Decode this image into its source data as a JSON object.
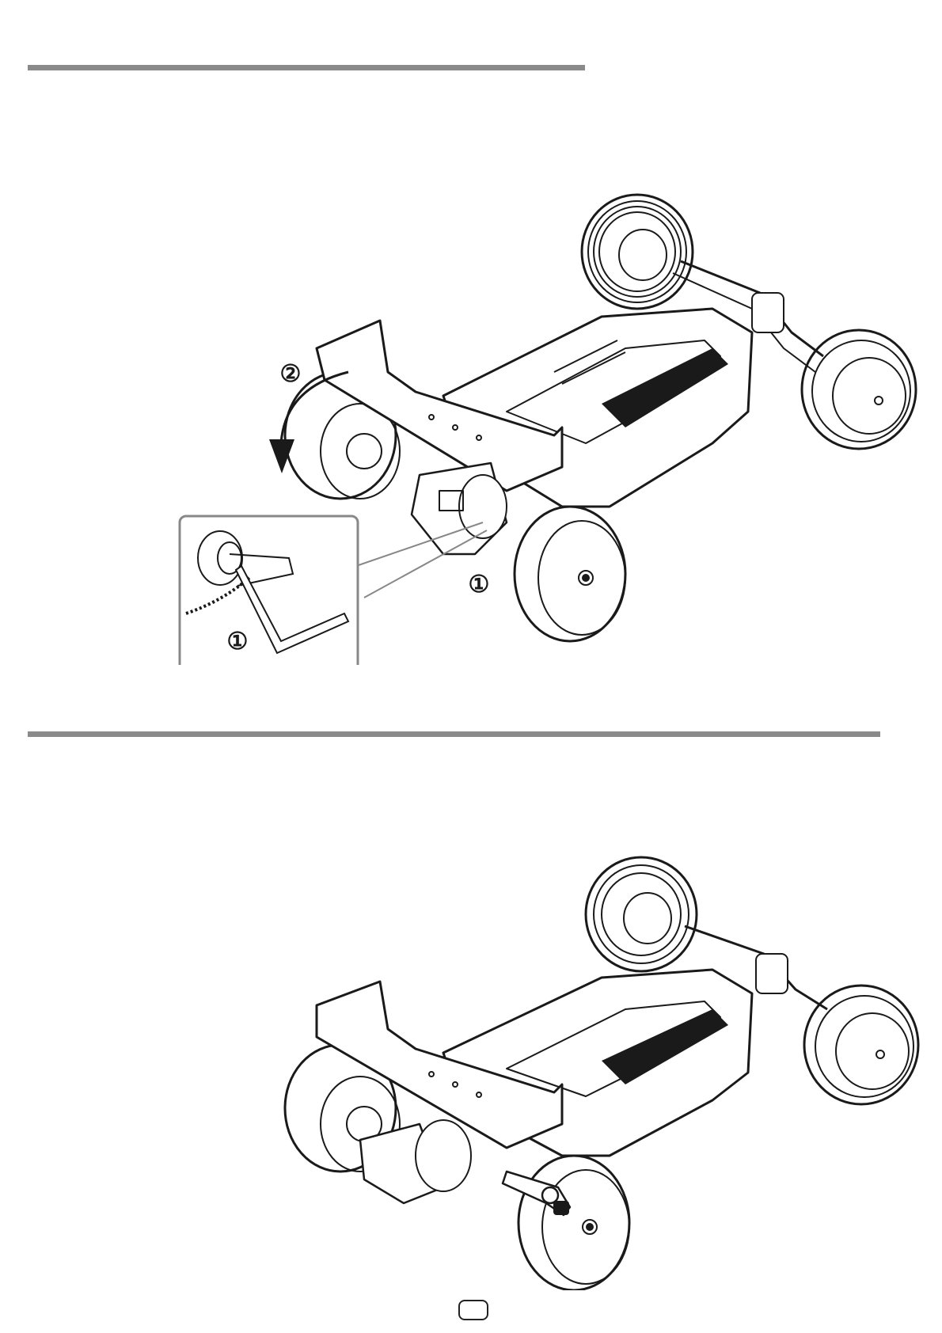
{
  "steps": {
    "fig1_hex_callout": "①",
    "fig1_rotate_callout": "②",
    "fig1_inset_callout": "①",
    "fig1_main_callout": "①"
  },
  "colors": {
    "rule": "#8a8a8a",
    "line": "#1a1a1a"
  },
  "icons": {
    "rotate_arrow": "curved-down-arrow-icon",
    "hex_wrench": "hex-wrench-icon",
    "wheel_wrench": "wheel-nut-wrench-icon"
  }
}
